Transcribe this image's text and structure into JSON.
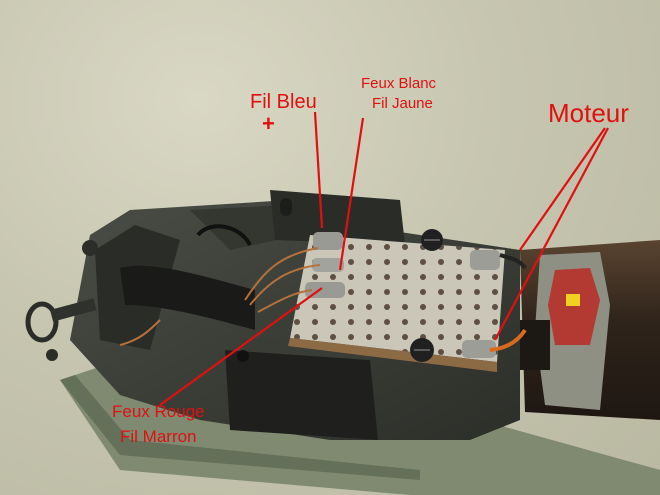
{
  "labels": {
    "fil_bleu": "Fil Bleu",
    "plus": "+",
    "feux_blanc": "Feux Blanc",
    "fil_jaune": "Fil Jaune",
    "moteur": "Moteur",
    "feux_rouge": "Feux Rouge",
    "fil_marron": "Fil Marron"
  },
  "colors": {
    "annotation": "#e01010",
    "background": "#c7c6b0",
    "chassis": "#3a3d36",
    "board": "#c9c6b8",
    "motor": "#2e241c",
    "motor_bracket": "#b23a32"
  }
}
